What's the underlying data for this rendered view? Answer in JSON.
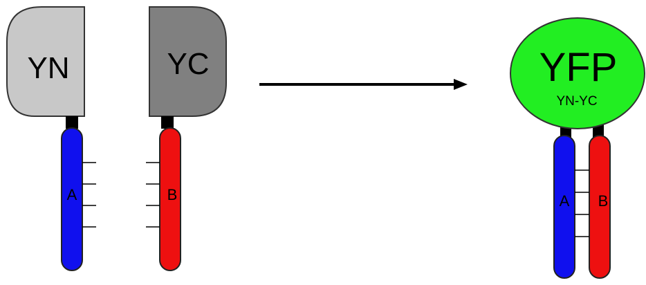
{
  "labels": {
    "yn": "YN",
    "yc": "YC",
    "yfp": "YFP",
    "yn_yc": "YN-YC",
    "protein_a": "A",
    "protein_b": "B"
  },
  "colors": {
    "yn_fill": "#c8c8c8",
    "yc_fill": "#808080",
    "yfp_fill": "#22ee22",
    "protein_a": "#1010ee",
    "protein_b": "#ee1010",
    "linker": "#000000"
  }
}
